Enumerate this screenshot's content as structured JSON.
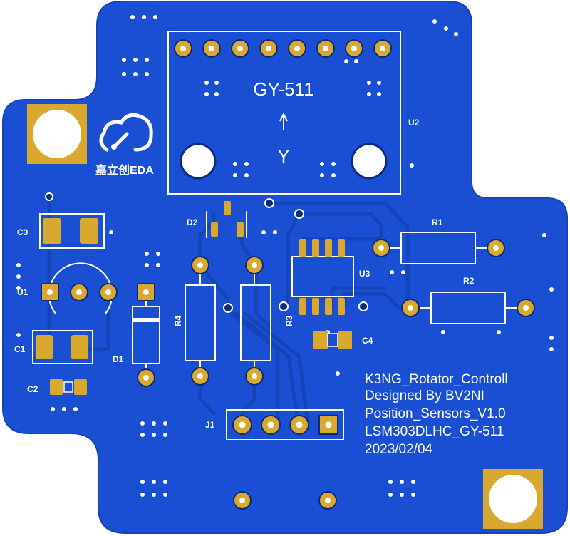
{
  "colors": {
    "board": "#1a4fd4",
    "board_edge": "#1542b8",
    "trace": "#1444b8",
    "pad": "#d9a82e",
    "silkscreen": "#ffffff",
    "via_ring": "#0b2a7a"
  },
  "module": {
    "name": "GY-511",
    "axis": "Y",
    "designator": "U2"
  },
  "logo": {
    "icon": "cloud-eda-icon",
    "text": "嘉立创EDA"
  },
  "designators": {
    "c3": "C3",
    "u1": "U1",
    "c1": "C1",
    "c2": "C2",
    "d1": "D1",
    "d2": "D2",
    "r4": "R4",
    "r3": "R3",
    "r1": "R1",
    "r2": "R2",
    "u3": "U3",
    "c4": "C4",
    "j1": "J1"
  },
  "info_text": [
    "K3NG_Rotator_Controll",
    "Designed By BV2NI",
    "Position_Sensors_V1.0",
    "LSM303DLHC_GY-511",
    "2023/02/04"
  ]
}
